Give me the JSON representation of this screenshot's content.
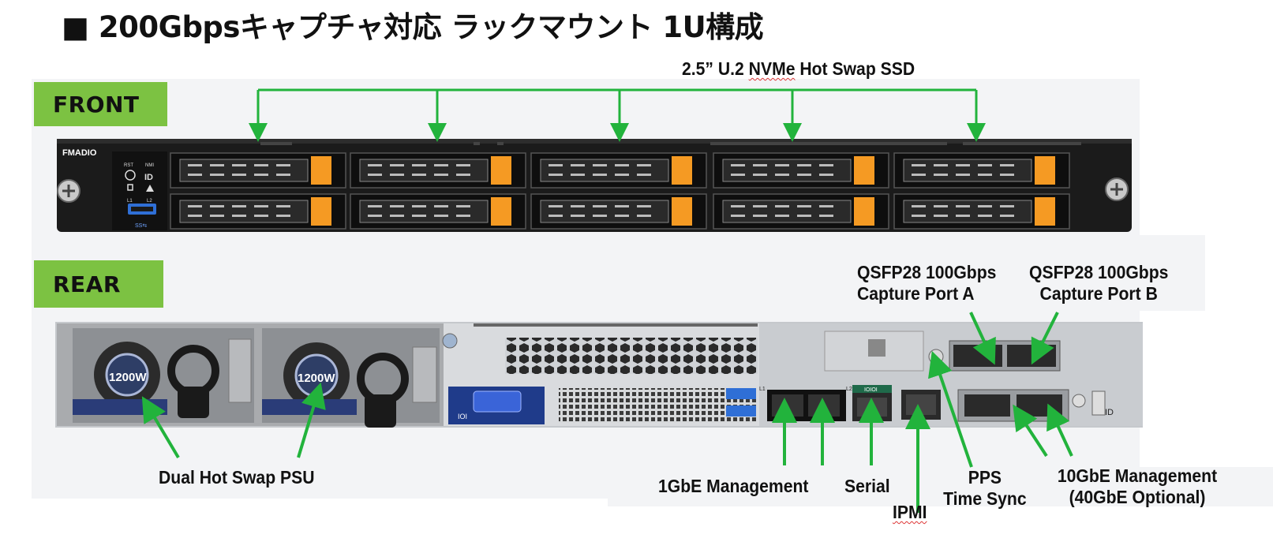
{
  "title": "■ 200Gbpsキャプチャ対応 ラックマウント 1U構成",
  "front": {
    "tag": "FRONT",
    "brand": "FMADIO",
    "ssd_label_a": "2.5” U.2 ",
    "ssd_label_b": "NVMe",
    "ssd_label_c": " Hot Swap SSD",
    "buttons": {
      "rst": "RST",
      "nmi": "NMI",
      "id": "ID",
      "l1": "L1",
      "l2": "L2",
      "ss": "SS⇆"
    }
  },
  "rear": {
    "tag": "REAR",
    "psu_watt_1": "1200W",
    "psu_watt_2": "1200W",
    "psu_label": "Dual Hot Swap PSU",
    "qsfp_a": [
      "QSFP28 100Gbps",
      "Capture Port A"
    ],
    "qsfp_b": [
      "QSFP28 100Gbps",
      "Capture Port B"
    ],
    "mgmt_1g": "1GbE Management",
    "serial": "Serial",
    "ipmi": "IPMI",
    "pps": [
      "PPS",
      "Time Sync"
    ],
    "mgmt_10g": [
      "10GbE Management",
      "(40GbE Optional)"
    ],
    "port_marks": {
      "l1": "L1",
      "l2": "L2",
      "ioioi": "IOIOI",
      "ioi": "IOI",
      "id": "ID"
    }
  },
  "colors": {
    "arrow": "#22b33c",
    "tag": "#7cc242",
    "handle": "#f59a23",
    "chassis": "#1b1b1b"
  }
}
